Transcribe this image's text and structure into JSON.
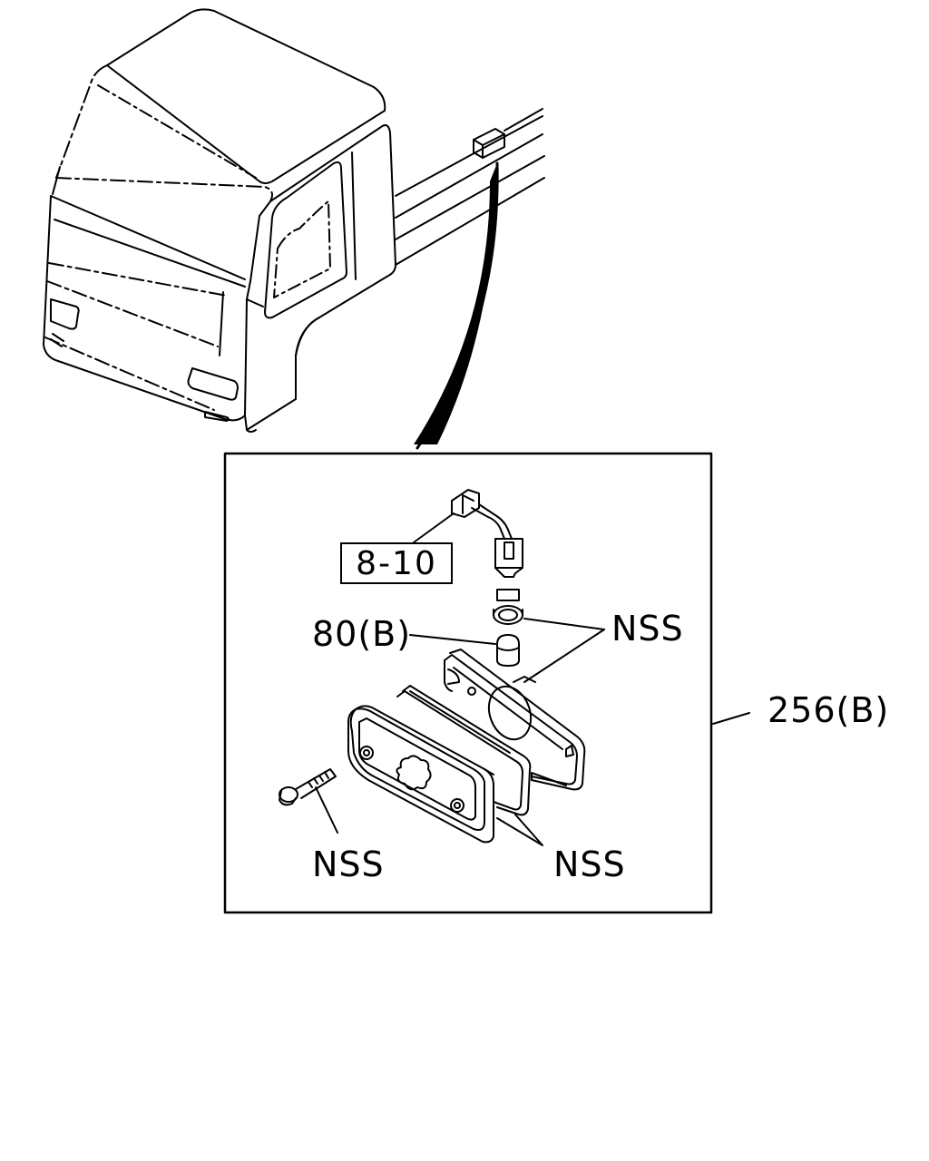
{
  "callouts": {
    "ref_section": "8-10",
    "bulb_part": "80(B)",
    "lamp_assembly": "256(B)",
    "socket_seal_nss": "NSS",
    "screw_nss": "NSS",
    "gasket_nss": "NSS"
  },
  "colors": {
    "ink": "#000000",
    "paper": "#ffffff"
  }
}
